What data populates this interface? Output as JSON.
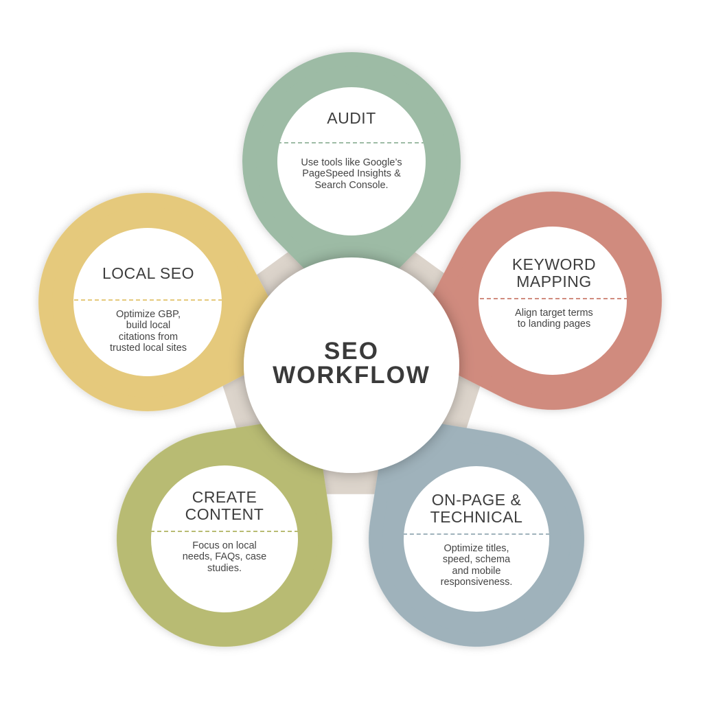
{
  "center": {
    "line1": "SEO",
    "line2": "WORKFLOW"
  },
  "colors": {
    "pentagon": "#dcd4cb",
    "center": "#ffffff"
  },
  "steps": [
    {
      "title": "AUDIT",
      "description": "Use tools like Google’s\nPageSpeed Insights &\nSearch Console.",
      "color": "#9dbba5"
    },
    {
      "title": "KEYWORD\nMAPPING",
      "description": "Align target terms\nto landing pages",
      "color": "#d08b7e"
    },
    {
      "title": "ON-PAGE &\nTECHNICAL",
      "description": "Optimize titles,\nspeed, schema\nand mobile\nresponsiveness.",
      "color": "#9fb2bb"
    },
    {
      "title": "CREATE\nCONTENT",
      "description": "Focus on local\nneeds, FAQs, case\nstudies.",
      "color": "#b8bb73"
    },
    {
      "title": "LOCAL SEO",
      "description": "Optimize GBP,\nbuild local\ncitations from\ntrusted local sites",
      "color": "#e5c97b"
    }
  ]
}
